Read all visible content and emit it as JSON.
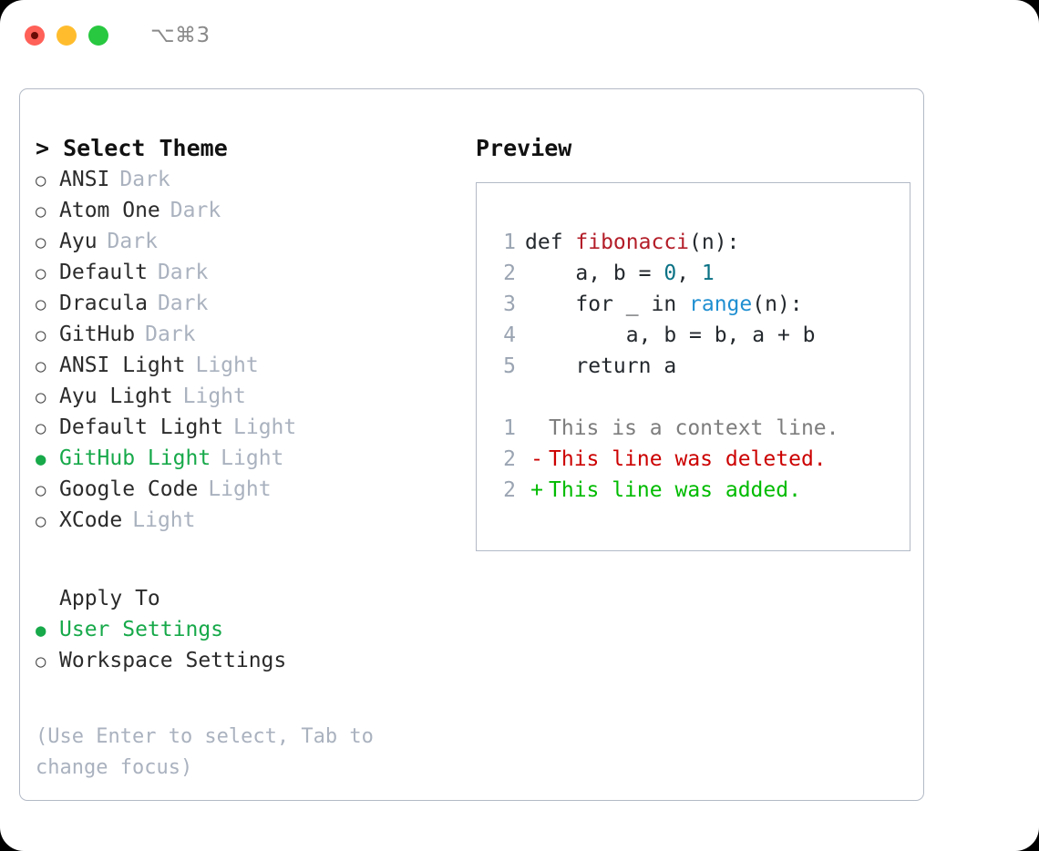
{
  "titlebar": {
    "shortcut": "⌥⌘3",
    "traffic_lights": [
      "close-red",
      "minimize-yellow",
      "maximize-green"
    ]
  },
  "theme_section": {
    "caret": ">",
    "heading": "Select Theme",
    "marker_off": "○",
    "marker_on": "●",
    "items": [
      {
        "label": "ANSI",
        "tag": "Dark",
        "selected": false
      },
      {
        "label": "Atom One",
        "tag": "Dark",
        "selected": false
      },
      {
        "label": "Ayu",
        "tag": "Dark",
        "selected": false
      },
      {
        "label": "Default",
        "tag": "Dark",
        "selected": false
      },
      {
        "label": "Dracula",
        "tag": "Dark",
        "selected": false
      },
      {
        "label": "GitHub",
        "tag": "Dark",
        "selected": false
      },
      {
        "label": "ANSI Light",
        "tag": "Light",
        "selected": false
      },
      {
        "label": "Ayu Light",
        "tag": "Light",
        "selected": false
      },
      {
        "label": "Default Light",
        "tag": "Light",
        "selected": false
      },
      {
        "label": "GitHub Light",
        "tag": "Light",
        "selected": true
      },
      {
        "label": "Google Code",
        "tag": "Light",
        "selected": false
      },
      {
        "label": "XCode",
        "tag": "Light",
        "selected": false
      }
    ]
  },
  "apply_section": {
    "heading": "Apply To",
    "items": [
      {
        "label": "User Settings",
        "selected": true
      },
      {
        "label": "Workspace Settings",
        "selected": false
      }
    ]
  },
  "hint": "(Use Enter to select, Tab to change focus)",
  "preview": {
    "heading": "Preview",
    "code_lines": [
      {
        "num": "1",
        "segments": [
          {
            "text": "def ",
            "cls": "code-text"
          },
          {
            "text": "fibonacci",
            "cls": "tok-fn"
          },
          {
            "text": "(n):",
            "cls": "code-text"
          }
        ]
      },
      {
        "num": "2",
        "segments": [
          {
            "text": "    a, b = ",
            "cls": "code-text"
          },
          {
            "text": "0",
            "cls": "tok-num"
          },
          {
            "text": ", ",
            "cls": "code-text"
          },
          {
            "text": "1",
            "cls": "tok-num"
          }
        ]
      },
      {
        "num": "3",
        "segments": [
          {
            "text": "    for _ in ",
            "cls": "code-text"
          },
          {
            "text": "range",
            "cls": "tok-call"
          },
          {
            "text": "(n):",
            "cls": "code-text"
          }
        ]
      },
      {
        "num": "4",
        "segments": [
          {
            "text": "        a, b = b, a + b",
            "cls": "code-text"
          }
        ]
      },
      {
        "num": "5",
        "segments": [
          {
            "text": "    return a",
            "cls": "code-text"
          }
        ]
      }
    ],
    "diff_lines": [
      {
        "num": "1",
        "marker": " ",
        "text": "This is a context line.",
        "cls": "diff-ctx"
      },
      {
        "num": "2",
        "marker": "-",
        "text": "This line was deleted.",
        "cls": "diff-del"
      },
      {
        "num": "2",
        "marker": "+",
        "text": "This line was added.",
        "cls": "diff-add"
      }
    ]
  },
  "colors": {
    "accent_green": "#17a94a",
    "diff_deleted": "#cc0000",
    "diff_added": "#00bb00",
    "muted": "#aab2bf",
    "border": "#b3bac6",
    "token_function": "#b31d28",
    "token_number": "#0b7285",
    "token_call": "#1f8fd1"
  }
}
